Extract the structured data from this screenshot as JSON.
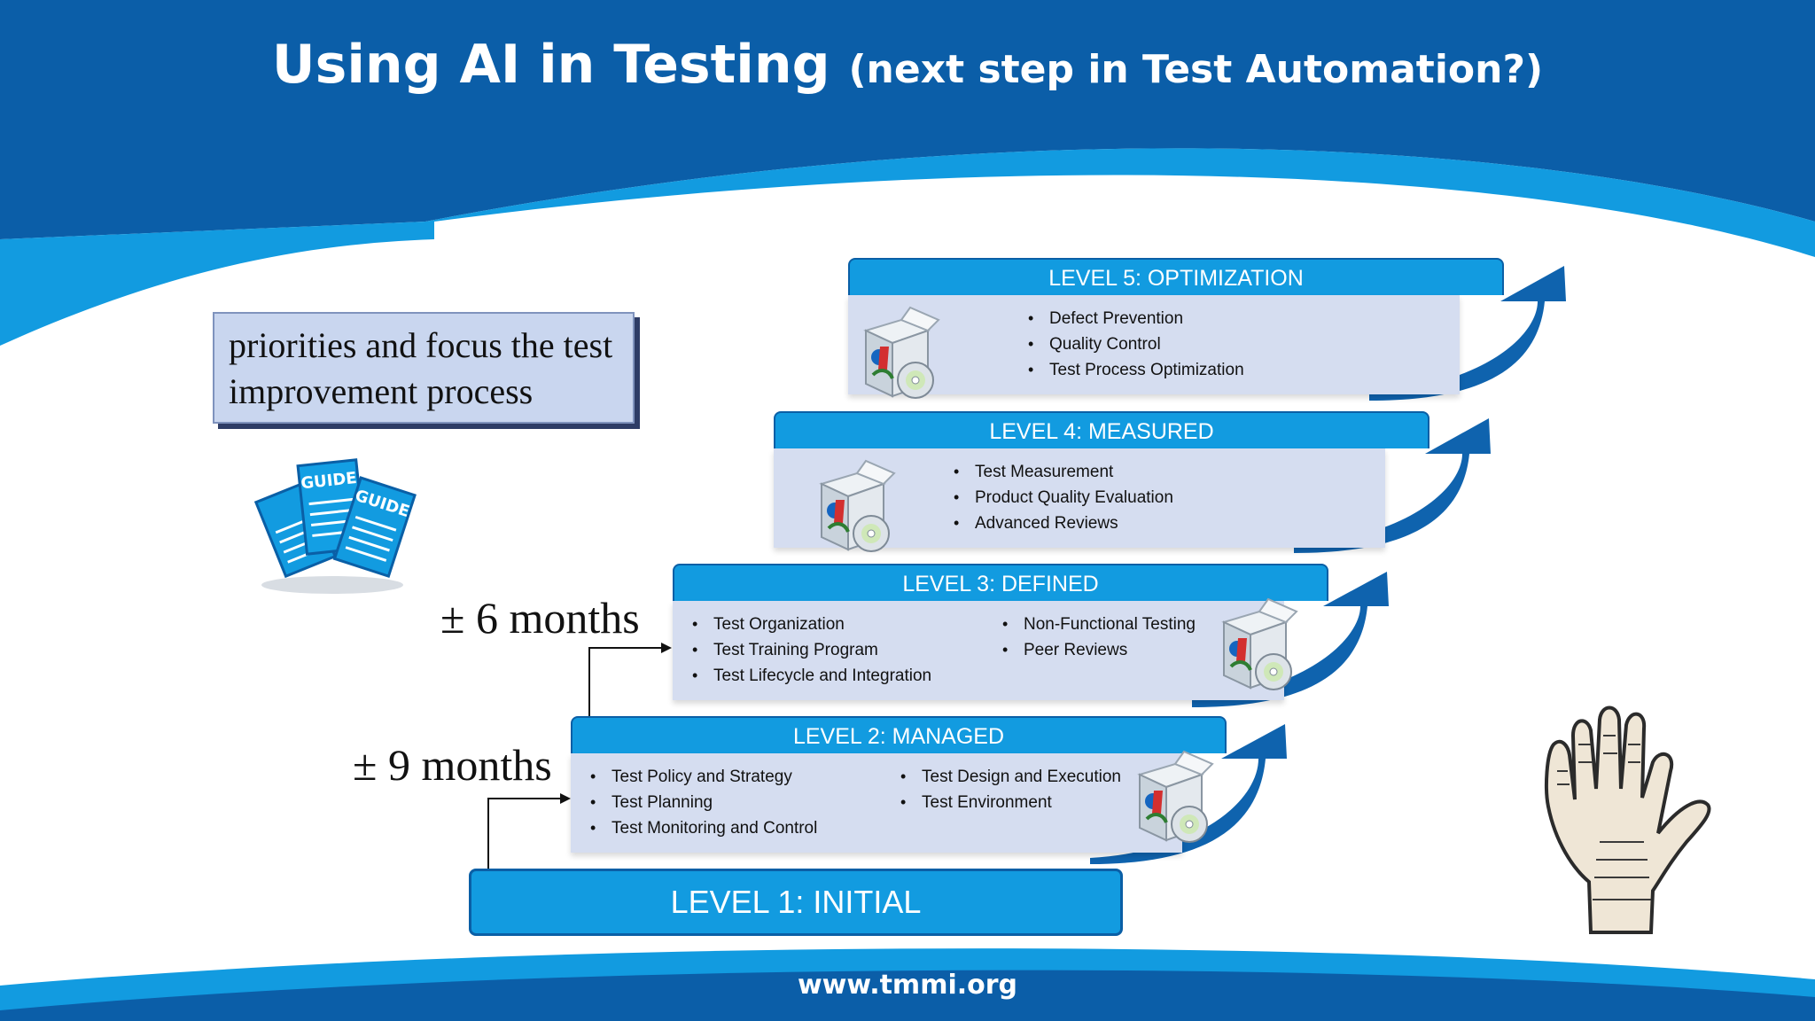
{
  "title": {
    "main": "Using AI in Testing",
    "sub": "(next step in Test Automation?)"
  },
  "footer": {
    "url": "www.tmmi.org"
  },
  "note": {
    "text": "priorities and focus the test improvement process"
  },
  "levels": [
    {
      "title": "LEVEL 1: INITIAL"
    },
    {
      "title": "LEVEL 2: MANAGED",
      "items_left": [
        "Test Policy and Strategy",
        "Test Planning",
        "Test Monitoring and Control"
      ],
      "items_right": [
        "Test Design and Execution",
        "Test Environment"
      ]
    },
    {
      "title": "LEVEL 3: DEFINED",
      "items_left": [
        "Test Organization",
        "Test Training Program",
        "Test Lifecycle and Integration"
      ],
      "items_right": [
        "Non-Functional Testing",
        "Peer Reviews"
      ]
    },
    {
      "title": "LEVEL 4: MEASURED",
      "items_left": [
        "Test Measurement",
        "Product Quality Evaluation",
        "Advanced Reviews"
      ]
    },
    {
      "title": "LEVEL 5: OPTIMIZATION",
      "items_left": [
        "Defect Prevention",
        "Quality Control",
        "Test Process Optimization"
      ]
    }
  ],
  "durations": {
    "to_level2": "± 9 months",
    "to_level3": "± 6 months"
  },
  "icons": {
    "guides": "guide-books-icon",
    "software_box": "software-box-icon",
    "hand": "hand-icon",
    "guide_label": "GUIDE"
  },
  "colors": {
    "dark_blue": "#0b5ea8",
    "light_blue": "#129be0",
    "panel": "#d5ddf0",
    "white": "#ffffff"
  }
}
